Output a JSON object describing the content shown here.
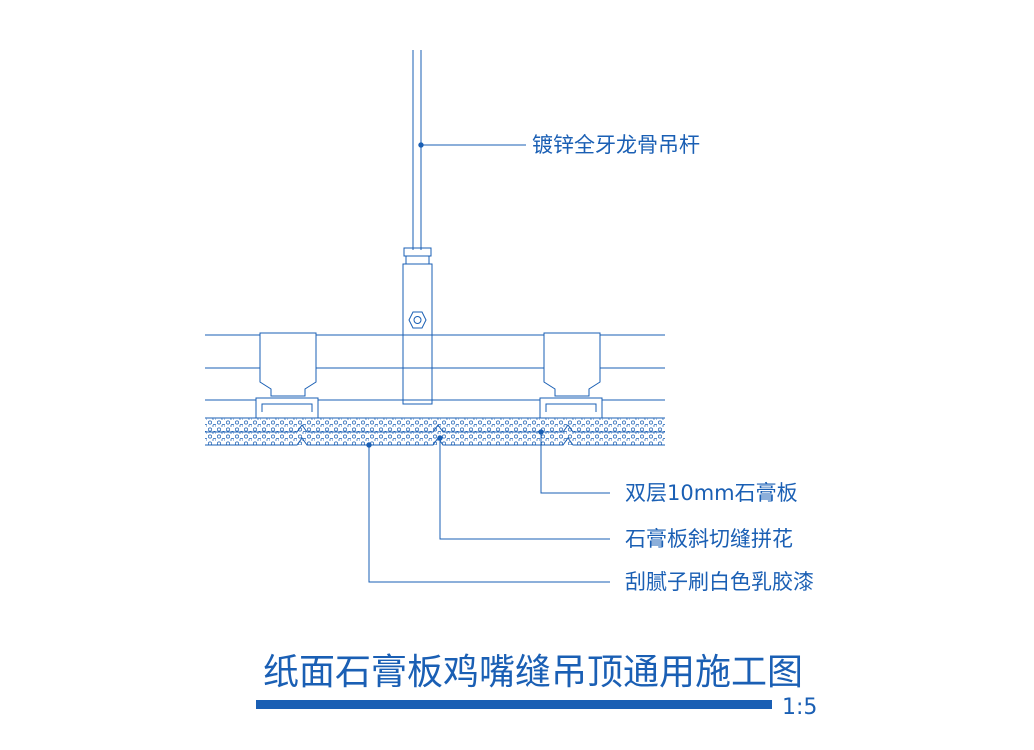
{
  "colors": {
    "line": "#1a5fb4",
    "background": "#ffffff"
  },
  "labels": {
    "rod": "镀锌全牙龙骨吊杆",
    "board": "双层10mm石膏板",
    "miter": "石膏板斜切缝拼花",
    "paint": "刮腻子刷白色乳胶漆"
  },
  "title": {
    "text": "纸面石膏板鸡嘴缝吊顶通用施工图",
    "scale": "1:5"
  }
}
